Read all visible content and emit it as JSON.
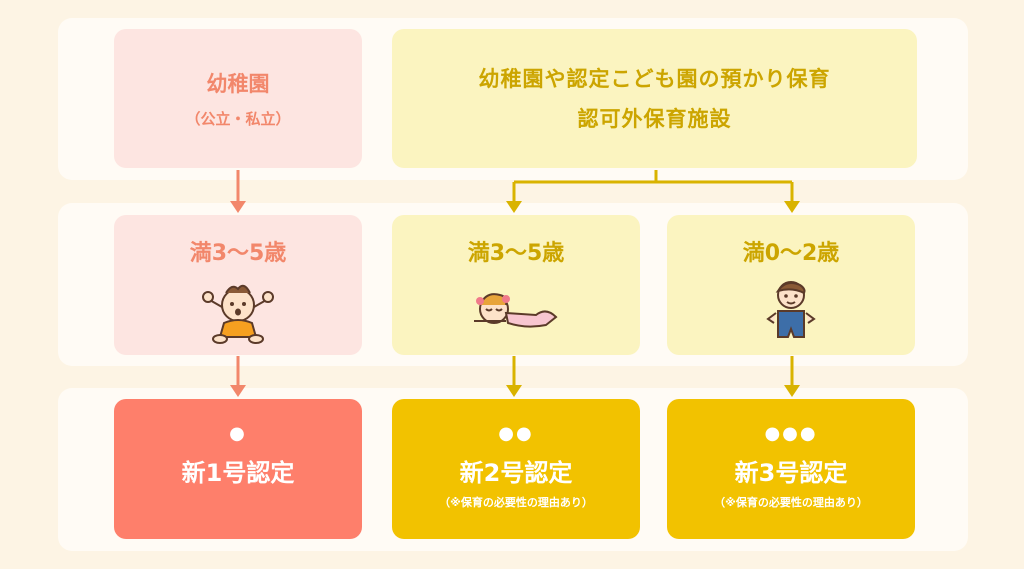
{
  "colors": {
    "background": "#fdf4e4",
    "band": "#fffbf5",
    "pink_light": "#fde5e1",
    "pink_text": "#f2876b",
    "coral": "#fe7f6b",
    "yellow_light": "#fbf4c0",
    "gold_text": "#cca500",
    "gold": "#f2c200"
  },
  "top": {
    "kindergarten": {
      "title": "幼稚園",
      "subtitle": "（公立・私立）"
    },
    "nursery": {
      "line1": "幼稚園や認定こども園の預かり保育",
      "line2": "認可外保育施設"
    }
  },
  "ages": [
    {
      "label": "満3〜5歳",
      "illustration": "toddler-sitting-icon"
    },
    {
      "label": "満3〜5歳",
      "illustration": "child-lying-icon"
    },
    {
      "label": "満0〜2歳",
      "illustration": "child-standing-icon"
    }
  ],
  "results": [
    {
      "dots": "●",
      "title": "新1号認定",
      "note": ""
    },
    {
      "dots": "●●",
      "title": "新2号認定",
      "note": "（※保育の必要性の理由あり）"
    },
    {
      "dots": "●●●",
      "title": "新3号認定",
      "note": "（※保育の必要性の理由あり）"
    }
  ]
}
